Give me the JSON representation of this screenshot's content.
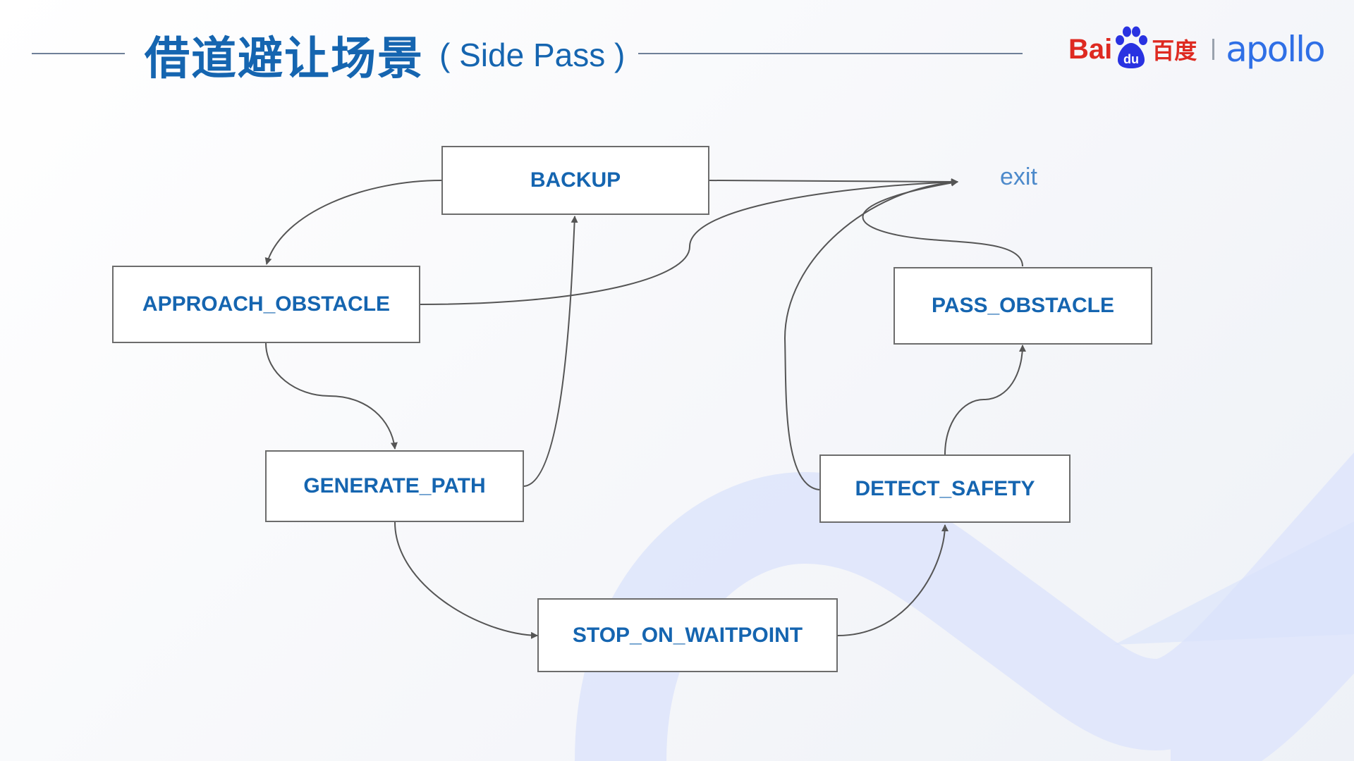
{
  "header": {
    "title": "借道避让场景",
    "subtitle": "( Side Pass )"
  },
  "logo": {
    "baidu_text": "Bai",
    "paw_text": "du",
    "baidu_cn": "百度",
    "apollo": "apollo"
  },
  "colors": {
    "accent": "#1565b0",
    "baidu_red": "#de2a21",
    "apollo_blue": "#2f6fe6",
    "edge": "#555555"
  },
  "diagram": {
    "nodes": {
      "backup": "BACKUP",
      "approach_obstacle": "APPROACH_OBSTACLE",
      "generate_path": "GENERATE_PATH",
      "stop_on_waitpoint": "STOP_ON_WAITPOINT",
      "detect_safety": "DETECT_SAFETY",
      "pass_obstacle": "PASS_OBSTACLE"
    },
    "exit_label": "exit",
    "edges": [
      {
        "from": "backup",
        "to": "exit"
      },
      {
        "from": "backup",
        "to": "approach_obstacle"
      },
      {
        "from": "approach_obstacle",
        "to": "exit"
      },
      {
        "from": "approach_obstacle",
        "to": "generate_path"
      },
      {
        "from": "generate_path",
        "to": "backup"
      },
      {
        "from": "generate_path",
        "to": "stop_on_waitpoint"
      },
      {
        "from": "stop_on_waitpoint",
        "to": "detect_safety"
      },
      {
        "from": "detect_safety",
        "to": "pass_obstacle"
      },
      {
        "from": "detect_safety",
        "to": "exit"
      },
      {
        "from": "pass_obstacle",
        "to": "exit"
      }
    ]
  }
}
